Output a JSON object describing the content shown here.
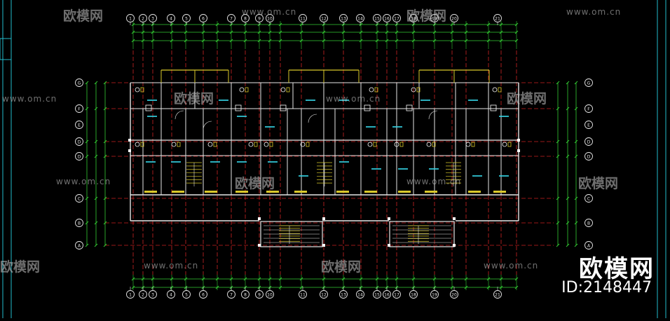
{
  "watermark": {
    "url_text": "www.om.cn",
    "logo_text": "欧模网"
  },
  "brand": {
    "name": "欧模网",
    "id_label": "ID:2148447"
  },
  "grid_labels": {
    "top": [
      "1",
      "2",
      "3",
      "4",
      "5",
      "6",
      "7",
      "8",
      "9",
      "10",
      "11",
      "12",
      "13",
      "14",
      "15",
      "16",
      "17",
      "18",
      "19",
      "20",
      "21"
    ],
    "left": [
      "G",
      "F",
      "E",
      "D",
      "C",
      "B",
      "A"
    ]
  },
  "colors": {
    "background": "#000000",
    "axis_red": "#cc2222",
    "wall_white": "#e6e6e6",
    "dim_green": "#33cc33",
    "window_yellow": "#d9c82a",
    "room_cyan": "#33ccdd",
    "frame_cyan": "#22bbcc"
  }
}
